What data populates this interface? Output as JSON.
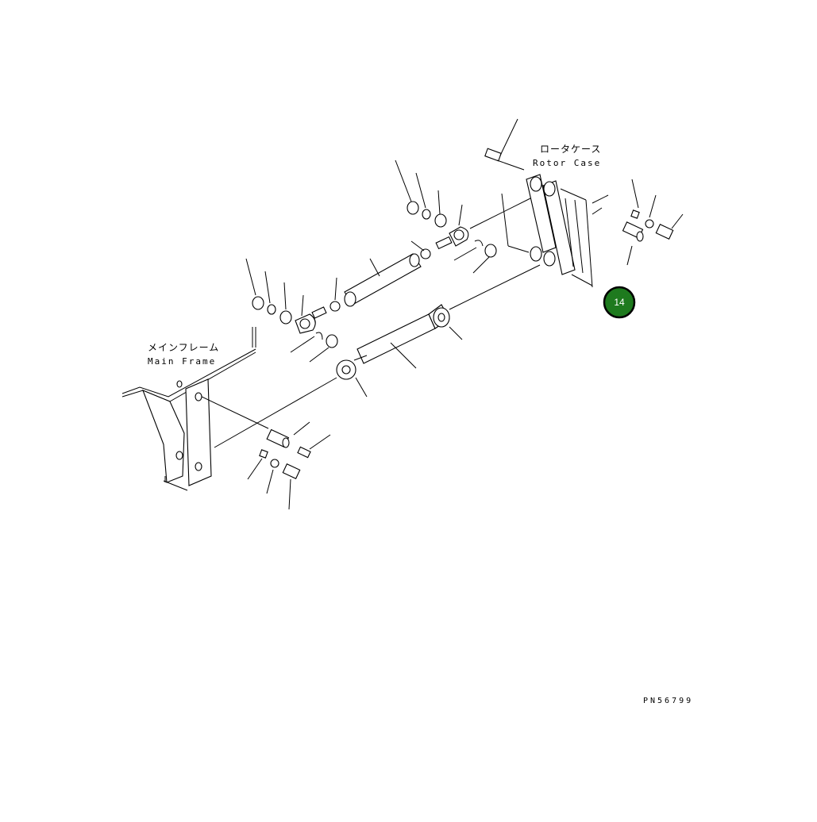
{
  "labels": {
    "rotor_case_jp": "ロータケース",
    "rotor_case_en": "Rotor Case",
    "main_frame_jp": "メインフレーム",
    "main_frame_en": "Main Frame"
  },
  "part_number": "PN56799",
  "badge": {
    "number": "14",
    "fill_color": "#1e7a1e",
    "ring_color": "#000000"
  }
}
